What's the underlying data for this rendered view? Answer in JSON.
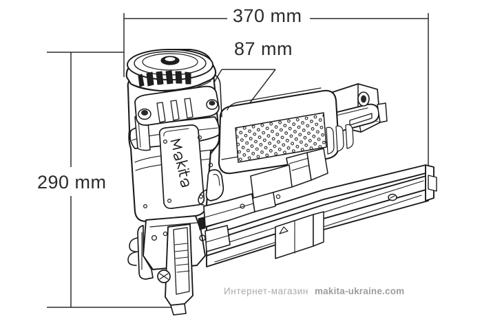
{
  "image": {
    "kind": "technical-line-drawing",
    "subject": "Makita pneumatic finish nailer / stapler",
    "background_color": "#ffffff",
    "line_color": "#1a1a1a",
    "text_color": "#2b2b2b"
  },
  "dimensions": {
    "width": {
      "name": "overall-width",
      "value": "370 mm",
      "orientation": "horizontal",
      "position": "top"
    },
    "depth": {
      "name": "body-depth",
      "value": "87 mm",
      "orientation": "leader",
      "position": "top-center"
    },
    "height": {
      "name": "overall-height",
      "value": "290 mm",
      "orientation": "vertical",
      "position": "left"
    }
  },
  "watermark": {
    "prefix": "Интернет-магазин",
    "site": "makita-ukraine.com",
    "color": "#a9a9a9"
  },
  "product": {
    "brand_badge": "makita",
    "parts": [
      {
        "name": "exhaust-cap",
        "label": "Exhaust cap with vent slots"
      },
      {
        "name": "cylinder-body",
        "label": "Cylinder body"
      },
      {
        "name": "brand-plate",
        "label": "makita badge plate"
      },
      {
        "name": "grip-handle",
        "label": "Textured grip handle"
      },
      {
        "name": "air-inlet",
        "label": "Rear air inlet fitting"
      },
      {
        "name": "magazine-rail",
        "label": "Staple magazine rail"
      },
      {
        "name": "nose-assembly",
        "label": "Nose / contact trip assembly"
      },
      {
        "name": "trigger",
        "label": "Trigger"
      }
    ]
  }
}
